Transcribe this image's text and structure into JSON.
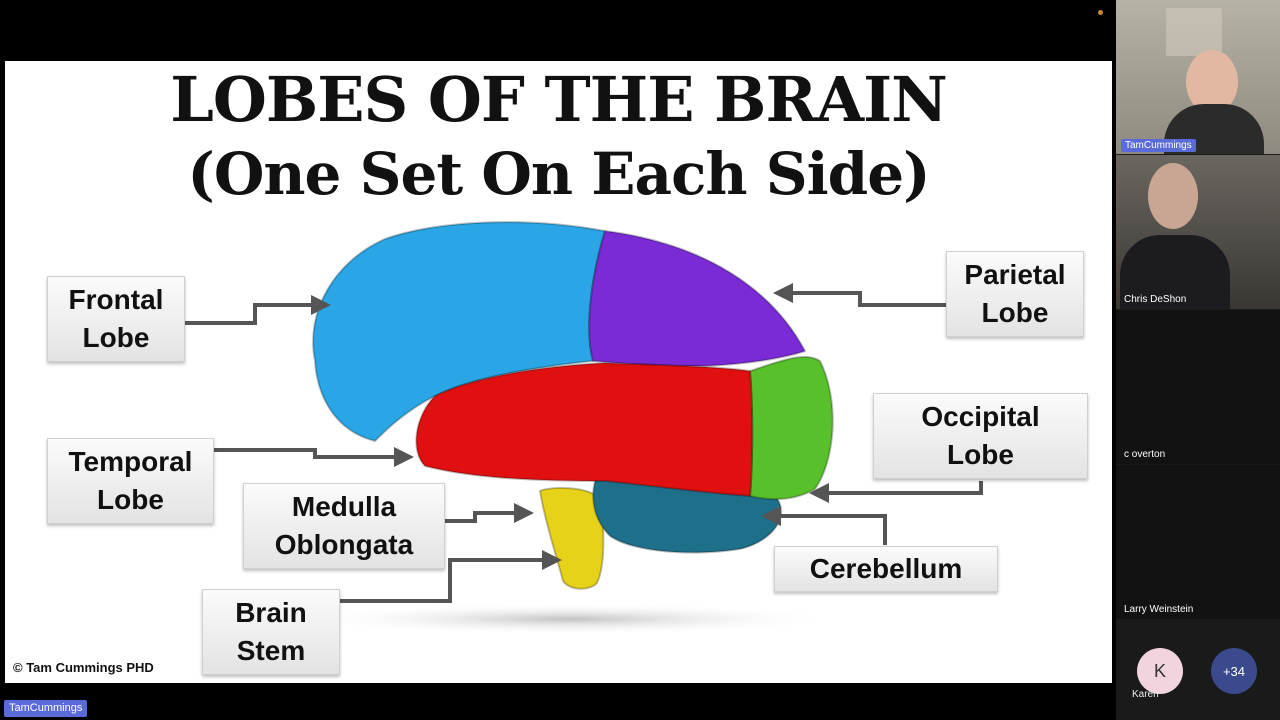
{
  "slide": {
    "title_line1": "LOBES OF THE BRAIN",
    "title_line2": "(One Set On Each Side)",
    "labels": {
      "frontal": "Frontal\nLobe",
      "parietal": "Parietal\nLobe",
      "temporal": "Temporal\nLobe",
      "occipital": "Occipital\nLobe",
      "medulla": "Medulla\nOblongata",
      "cerebellum": "Cerebellum",
      "brain_stem": "Brain\nStem"
    },
    "copyright": "© Tam Cummings PHD",
    "colors": {
      "frontal": "#2aa6e6",
      "parietal": "#7a2bd6",
      "temporal": "#e01010",
      "occipital": "#58c02a",
      "cerebellum": "#1e6f8a",
      "brain_stem": "#e7d21a"
    }
  },
  "share_tag": "TamCummings",
  "participants": [
    {
      "name": "TamCummings"
    },
    {
      "name": "Chris DeShon"
    },
    {
      "name": "c overton"
    },
    {
      "name": "Larry Weinstein"
    }
  ],
  "bubbles": {
    "initial": "K",
    "initial_name": "Karen",
    "more": "+34"
  }
}
